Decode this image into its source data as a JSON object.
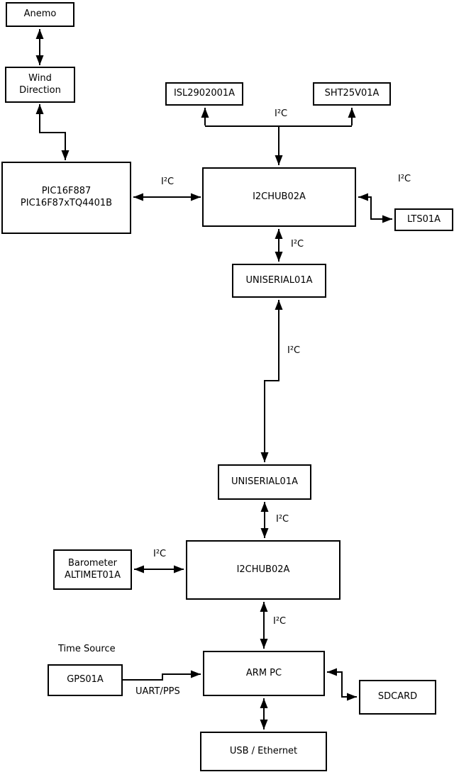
{
  "diagram": {
    "colors": {
      "background": "#ffffff",
      "line": "#000000",
      "box_border": "#000000",
      "text": "#000000"
    },
    "nodes": [
      {
        "id": "anemo",
        "label": "Anemo"
      },
      {
        "id": "wind-direction",
        "label": "Wind\nDirection"
      },
      {
        "id": "isl2902001a",
        "label": "ISL2902001A"
      },
      {
        "id": "sht25v01a",
        "label": "SHT25V01A"
      },
      {
        "id": "pic",
        "label": "PIC16F887\nPIC16F87xTQ4401B"
      },
      {
        "id": "i2chub-top",
        "label": "I2CHUB02A"
      },
      {
        "id": "lts01a",
        "label": "LTS01A"
      },
      {
        "id": "uniserial-top",
        "label": "UNISERIAL01A"
      },
      {
        "id": "uniserial-bottom",
        "label": "UNISERIAL01A"
      },
      {
        "id": "barometer",
        "label": "Barometer\nALTIMET01A"
      },
      {
        "id": "i2chub-bottom",
        "label": "I2CHUB02A"
      },
      {
        "id": "gps01a",
        "label": "GPS01A"
      },
      {
        "id": "arm-pc",
        "label": "ARM PC"
      },
      {
        "id": "sdcard",
        "label": "SDCARD"
      },
      {
        "id": "usb-ethernet",
        "label": "USB / Ethernet"
      }
    ],
    "labels": {
      "i2c": "I²C",
      "uart_pps": "UART/PPS",
      "time_source": "Time Source"
    }
  }
}
